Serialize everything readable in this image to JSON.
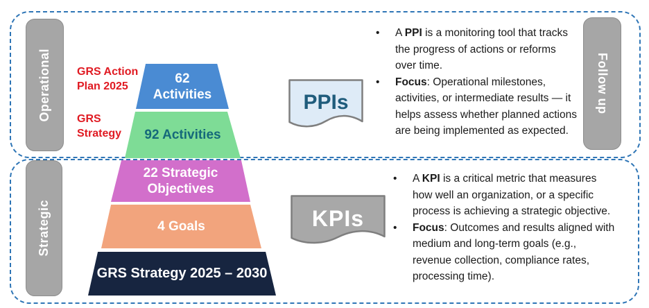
{
  "operational": {
    "side_label": "Operational",
    "follow_up_label": "Follow up",
    "annotation_action_plan": "GRS Action\nPlan 2025",
    "annotation_strategy": "GRS\nStrategy",
    "badge_label": "PPIs",
    "bullets": [
      {
        "pre": "A ",
        "bold": "PPI",
        "rest": " is a monitoring tool that tracks the progress of actions or reforms over time."
      },
      {
        "pre": "",
        "bold": "Focus",
        "rest": ": Operational milestones, activities, or intermediate results — it helps assess whether planned actions are being implemented as expected."
      }
    ]
  },
  "strategic": {
    "side_label": "Strategic",
    "badge_label": "KPIs",
    "bullets": [
      {
        "pre": "A ",
        "bold": "KPI",
        "rest": " is a critical metric that measures how well an organization, or a specific process is achieving a strategic objective."
      },
      {
        "pre": "",
        "bold": "Focus",
        "rest": ": Outcomes and results aligned with medium and long-term goals (e.g., revenue collection, compliance rates, processing time)."
      }
    ]
  },
  "pyramid": {
    "layers": [
      {
        "label": "62\nActivities",
        "color": "#4A8BD3",
        "text_color": "#FFFFFF"
      },
      {
        "label": "92 Activities",
        "color": "#7EDC96",
        "text_color": "#15697A"
      },
      {
        "label": "22 Strategic\nObjectives",
        "color": "#D26FCB",
        "text_color": "#FFFFFF"
      },
      {
        "label": "4 Goals",
        "color": "#F2A47D",
        "text_color": "#FFFFFF"
      },
      {
        "label": "GRS Strategy 2025 – 2030",
        "color": "#172540",
        "text_color": "#FFFFFF"
      }
    ]
  },
  "colors": {
    "dashed_border": "#2E75B6",
    "side_box_fill": "#A6A6A6",
    "annotation_red": "#E01A22",
    "ppi_fill": "#DEEBF7",
    "ppi_text": "#1F5C7C",
    "kpi_fill": "#A8A8A8",
    "shape_border": "#7F7F7F"
  }
}
